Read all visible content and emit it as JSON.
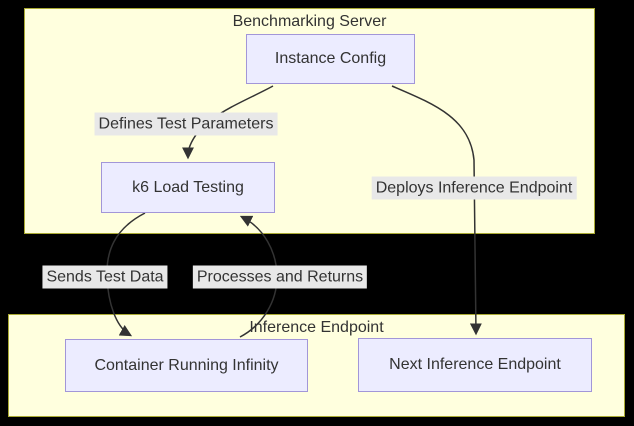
{
  "diagram": {
    "type": "flowchart",
    "background": "#000000",
    "clusters": [
      {
        "name": "benchmarking-server",
        "label": "Benchmarking Server",
        "fill": "#ffffde",
        "border": "#aaaa33"
      },
      {
        "name": "inference-endpoint",
        "label": "Inference Endpoint",
        "fill": "#ffffde",
        "border": "#aaaa33"
      }
    ],
    "nodes": [
      {
        "name": "instance-config",
        "label": "Instance Config",
        "cluster": "Benchmarking Server",
        "fill": "#ececff",
        "border": "#9370db"
      },
      {
        "name": "k6-load-testing",
        "label": "k6 Load Testing",
        "cluster": "Benchmarking Server",
        "fill": "#ececff",
        "border": "#9370db"
      },
      {
        "name": "container-running-infinity",
        "label": "Container Running Infinity",
        "cluster": "Inference Endpoint",
        "fill": "#ececff",
        "border": "#9370db"
      },
      {
        "name": "next-inference-endpoint",
        "label": "Next Inference Endpoint",
        "cluster": "Inference Endpoint",
        "fill": "#ececff",
        "border": "#9370db"
      }
    ],
    "edges": [
      {
        "from": "Instance Config",
        "to": "k6 Load Testing",
        "label": "Defines Test Parameters"
      },
      {
        "from": "Instance Config",
        "to": "Next Inference Endpoint",
        "label": "Deploys Inference Endpoint"
      },
      {
        "from": "k6 Load Testing",
        "to": "Container Running Infinity",
        "label": "Sends Test Data"
      },
      {
        "from": "Container Running Infinity",
        "to": "k6 Load Testing",
        "label": "Processes and Returns"
      }
    ],
    "style": {
      "edge_color": "#333333",
      "edge_label_bg": "#e8e8e8",
      "text_color": "#333333"
    }
  }
}
